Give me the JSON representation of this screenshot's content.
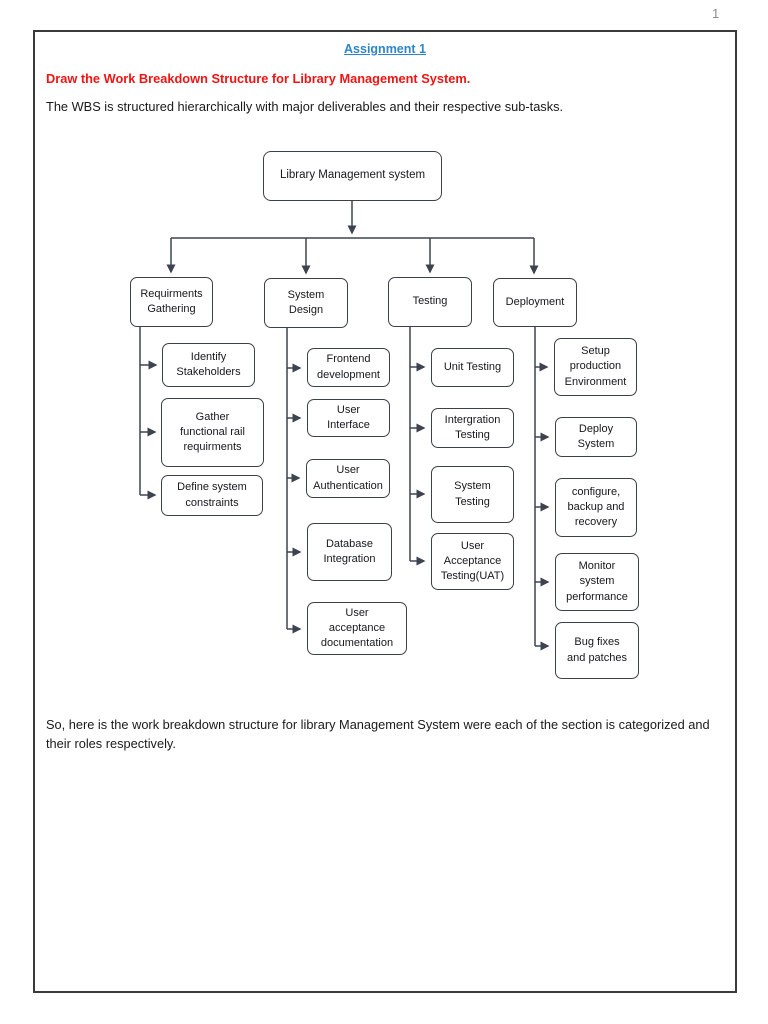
{
  "page": {
    "number": "1"
  },
  "header": {
    "title": "Assignment 1",
    "prompt": "Draw the Work Breakdown Structure for Library Management System.",
    "intro": "The WBS is structured hierarchically with major deliverables and their respective sub-tasks."
  },
  "diagram": {
    "nodes": {
      "root": {
        "label": "Library Management system"
      },
      "requirements_gathering": {
        "label": "Requirments\nGathering"
      },
      "system_design": {
        "label": "System\nDesign"
      },
      "testing": {
        "label": "Testing"
      },
      "deployment": {
        "label": "Deployment"
      },
      "identify_stakeholders": {
        "label": "Identify\nStakeholders"
      },
      "gather_requirements": {
        "label": "Gather\nfunctional rail\nrequirments"
      },
      "define_constraints": {
        "label": "Define system\nconstraints"
      },
      "frontend_development": {
        "label": "Frontend\ndevelopment"
      },
      "user_interface": {
        "label": "User\nInterface"
      },
      "user_authentication": {
        "label": "User\nAuthentication"
      },
      "database_integration": {
        "label": "Database\nIntegration"
      },
      "user_acceptance_documentation": {
        "label": "User\nacceptance\ndocumentation"
      },
      "unit_testing": {
        "label": "Unit Testing"
      },
      "integration_testing": {
        "label": "Intergration\nTesting"
      },
      "system_testing": {
        "label": "System\nTesting"
      },
      "uat": {
        "label": "User\nAcceptance\nTesting(UAT)"
      },
      "setup_production": {
        "label": "Setup\nproduction\nEnvironment"
      },
      "deploy_system": {
        "label": "Deploy\nSystem"
      },
      "configure_backup_recovery": {
        "label": "configure,\nbackup and\nrecovery"
      },
      "monitor_performance": {
        "label": "Monitor\nsystem\nperformance"
      },
      "bug_fixes": {
        "label": "Bug fixes\nand patches"
      }
    }
  },
  "footer": {
    "text": "So, here is the work breakdown structure for library Management System were each of the section is categorized and their roles respectively."
  },
  "colors": {
    "title_blue": "#2e86c8",
    "prompt_red": "#f01414",
    "diagram_line": "#3d4450",
    "page_number_gray": "#8c8c8c"
  }
}
